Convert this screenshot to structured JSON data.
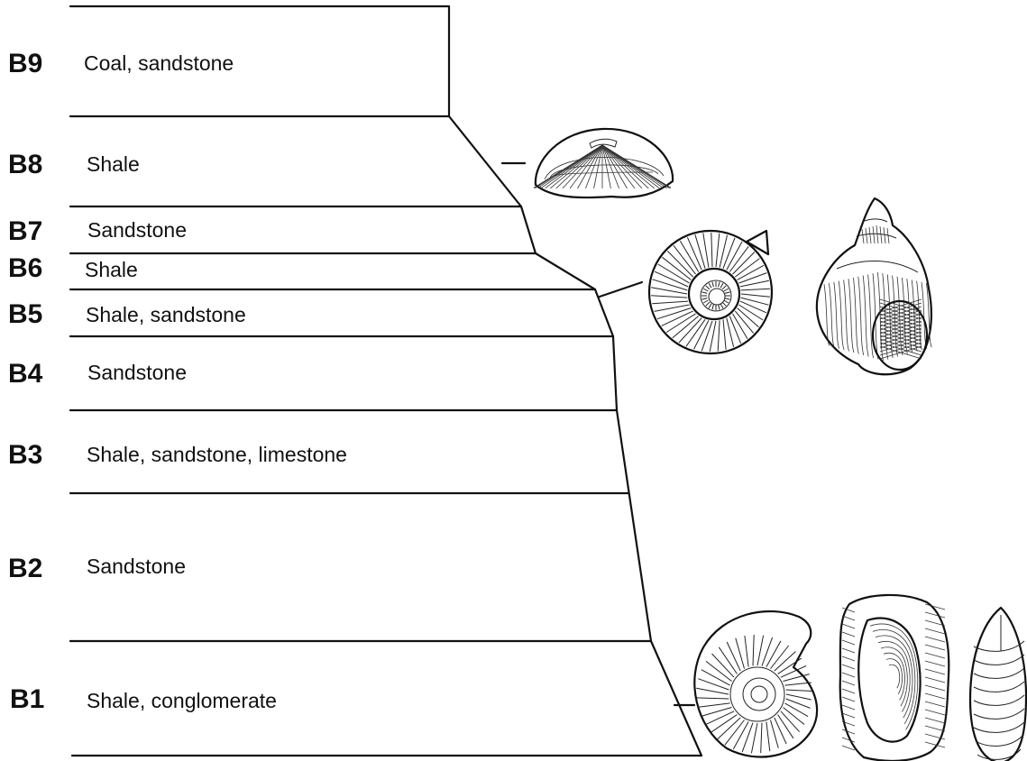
{
  "section": {
    "layers": [
      {
        "code": "B9",
        "lithology": "Coal, sandstone"
      },
      {
        "code": "B8",
        "lithology": "Shale"
      },
      {
        "code": "B7",
        "lithology": "Sandstone"
      },
      {
        "code": "B6",
        "lithology": "Shale"
      },
      {
        "code": "B5",
        "lithology": "Shale, sandstone"
      },
      {
        "code": "B4",
        "lithology": "Sandstone"
      },
      {
        "code": "B3",
        "lithology": "Shale, sandstone, limestone"
      },
      {
        "code": "B2",
        "lithology": "Sandstone"
      },
      {
        "code": "B1",
        "lithology": "Shale, conglomerate"
      }
    ]
  },
  "fossils": [
    {
      "icon": "brachiopod-icon",
      "layer": "B8"
    },
    {
      "icon": "ammonite-icon",
      "layer": "B5"
    },
    {
      "icon": "gastropod-icon",
      "layer": "B5"
    },
    {
      "icon": "ammonite-icon",
      "layer": "B1"
    },
    {
      "icon": "bivalve-in-rock-icon",
      "layer": "B1"
    },
    {
      "icon": "bivalve-icon",
      "layer": "B1"
    }
  ]
}
